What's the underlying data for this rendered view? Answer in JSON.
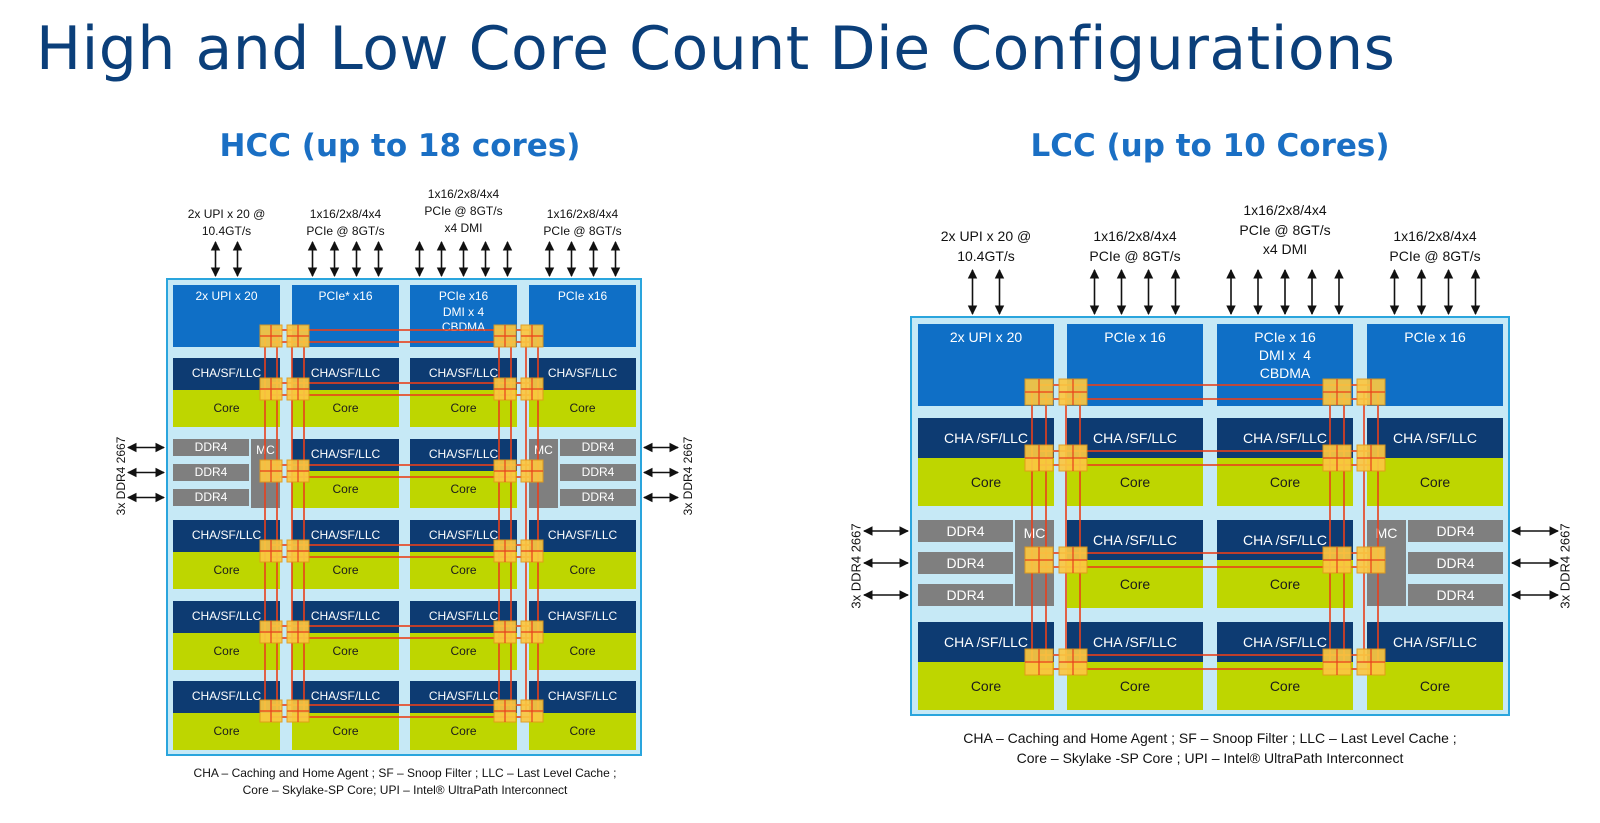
{
  "title": "High and Low Core Count Die Configurations",
  "hcc": {
    "subtitle": "HCC (up to 18 cores)",
    "top_labels": [
      "2x UPI x 20 @\n10.4GT/s",
      "1x16/2x8/4x4\nPCIe @ 8GT/s",
      "1x16/2x8/4x4\nPCIe @ 8GT/s\nx4 DMI",
      "1x16/2x8/4x4\nPCIe @ 8GT/s"
    ],
    "io_blocks": [
      "2x UPI x 20",
      "PCIe* x16",
      "PCIe x16\nDMI x 4\nCBDMA",
      "PCIe x16"
    ],
    "cha_label": "CHA/SF/LLC",
    "core_label": "Core",
    "ddr_label": "DDR4",
    "mc_label": "MC",
    "side_label": "3x DDR4 2667",
    "legend_line1": "CHA – Caching and Home Agent  ; SF – Snoop Filter ; LLC – Last Level Cache ;",
    "legend_line2": "Core – Skylake-SP Core; UPI – Intel® UltraPath Interconnect"
  },
  "lcc": {
    "subtitle": "LCC (up to 10 Cores)",
    "top_labels": [
      "2x UPI x 20 @\n10.4GT/s",
      "1x16/2x8/4x4\nPCIe @ 8GT/s",
      "1x16/2x8/4x4\nPCIe @ 8GT/s\nx4 DMI",
      "1x16/2x8/4x4\nPCIe @ 8GT/s"
    ],
    "io_blocks": [
      "2x UPI x 20",
      "PCIe x 16",
      "PCIe x 16\nDMI x  4\nCBDMA",
      "PCIe x 16"
    ],
    "cha_label": "CHA /SF/LLC",
    "core_label": "Core",
    "ddr_label": "DDR4",
    "mc_label": "MC",
    "side_label": "3x DDR4 2667",
    "legend_line1": "CHA  –  Caching and Home Agent     ; SF –  Snoop Filter  ; LLC –  Last Level Cache    ;",
    "legend_line2": "Core  –  Skylake -SP Core ; UPI –  Intel® UltraPath Interconnect"
  },
  "colors": {
    "die_bg": "#c6e9f6",
    "die_border": "#2aa5dd",
    "io_block": "#0f6fc6",
    "cha_block": "#0d3b72",
    "core_block": "#bed600",
    "memory_block": "#7f7f7f",
    "mesh_line": "#e8401c",
    "mesh_stop": "#fbc741",
    "title": "#0b3f7a",
    "subtitle": "#1a6fc4"
  }
}
